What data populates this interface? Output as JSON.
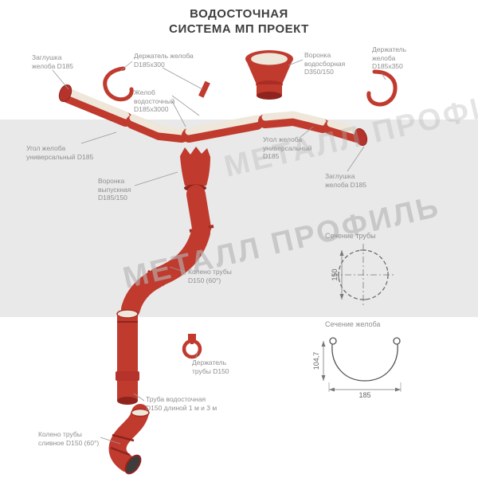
{
  "title": {
    "line1": "ВОДОСТОЧНАЯ",
    "line2": "СИСТЕМА МП ПРОЕКТ"
  },
  "watermark": {
    "text": "МЕТАЛЛ ПРОФИЛЬ"
  },
  "colors": {
    "red": "#C03A2E",
    "red_dark": "#8F241E",
    "cream": "#EFE8DA",
    "band": "#E9E9E9",
    "label_gray": "#8F8F8F",
    "title_gray": "#3E3E3E"
  },
  "labels": [
    {
      "id": "end-cap-left",
      "text": "Заглушка\nжелоба D185"
    },
    {
      "id": "gutter-holder-left",
      "text": "Держатель желоба\nD185х300"
    },
    {
      "id": "collector-funnel",
      "text": "Воронка\nводосборная\nD350/150"
    },
    {
      "id": "gutter-holder-right",
      "text": "Держатель\nжелоба\nD185х350"
    },
    {
      "id": "gutter",
      "text": "Желоб\nводосточный\nD185х3000"
    },
    {
      "id": "gutter-corner-left",
      "text": "Угол желоба\nуниверсальный D185"
    },
    {
      "id": "gutter-corner-right",
      "text": "Угол желоба\nуниверсальный\nD185"
    },
    {
      "id": "end-cap-right",
      "text": "Заглушка\nжелоба D185"
    },
    {
      "id": "outlet-funnel",
      "text": "Воронка\nвыпускная\nD185/150"
    },
    {
      "id": "pipe-elbow",
      "text": "Колено трубы\nD150 (60°)"
    },
    {
      "id": "pipe-holder",
      "text": "Держатель\nтрубы D150"
    },
    {
      "id": "downpipe",
      "text": "Труба водосточная\nD150 длиной 1 м и 3 м"
    },
    {
      "id": "drain-elbow",
      "text": "Колено трубы\nсливное D150 (60°)"
    }
  ],
  "sections": {
    "pipe": {
      "title": "Сечение трубы",
      "diameter": "150"
    },
    "gutter": {
      "title": "Сечение желоба",
      "width": "185",
      "height": "104,7"
    }
  }
}
